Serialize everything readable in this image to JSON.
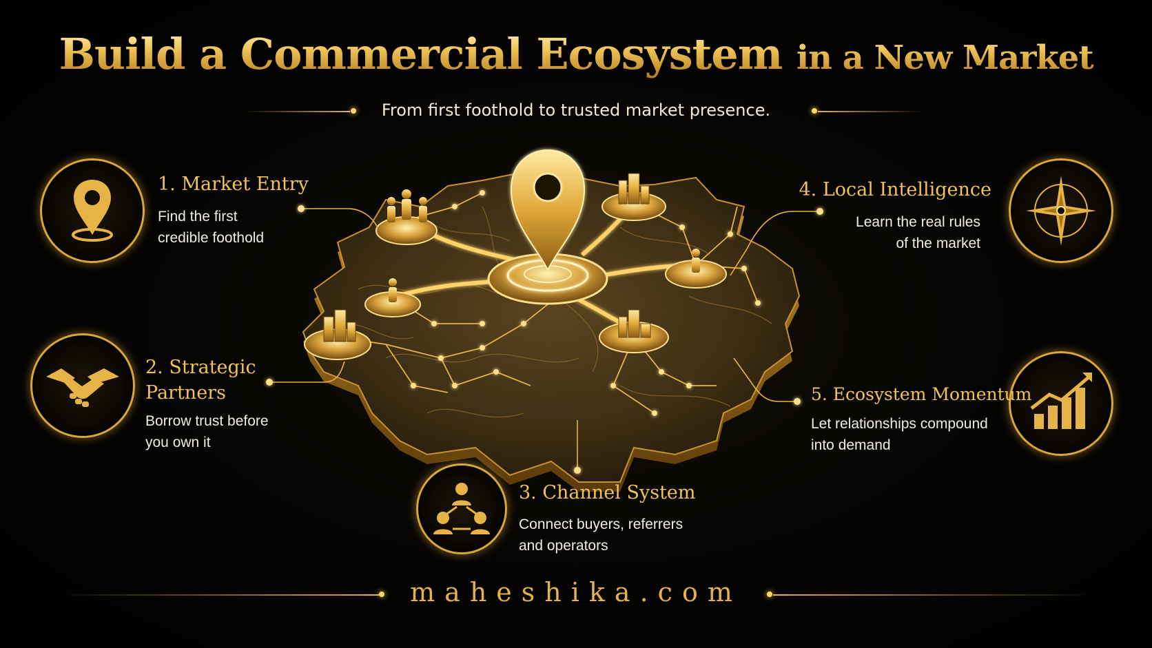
{
  "title": {
    "part1": "Build a Commercial Ecosystem",
    "part2": "in a New Market"
  },
  "subtitle": "From first foothold to trusted market presence.",
  "steps": [
    {
      "title": "1. Market Entry",
      "desc": [
        "Find the first",
        "credible foothold"
      ],
      "icon": "location-pin-icon"
    },
    {
      "title": "2. Strategic",
      "title2": "Partners",
      "desc": [
        "Borrow trust before",
        "you own it"
      ],
      "icon": "handshake-icon"
    },
    {
      "title": "3. Channel System",
      "desc": [
        "Connect buyers, referrers",
        "and operators"
      ],
      "icon": "network-people-icon"
    },
    {
      "title": "4. Local Intelligence",
      "desc": [
        "Learn the real rules",
        "of the market"
      ],
      "icon": "compass-icon"
    },
    {
      "title": "5. Ecosystem Momentum",
      "desc": [
        "Let relationships compound",
        "into demand"
      ],
      "icon": "growth-chart-icon"
    }
  ],
  "footer": "maheshika.com",
  "colors": {
    "gold": "#e6b446",
    "gold_light": "#ffe08a",
    "background": "#000000",
    "text": "#f0ede6"
  }
}
